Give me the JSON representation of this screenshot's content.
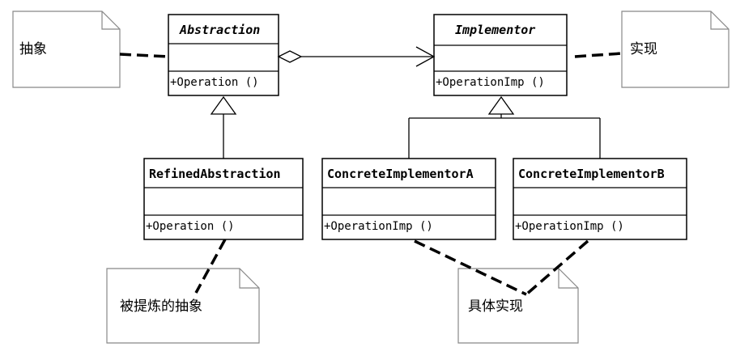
{
  "classes": {
    "abstraction": {
      "name": "Abstraction",
      "op": "+Operation ()"
    },
    "implementor": {
      "name": "Implementor",
      "op": "+OperationImp ()"
    },
    "refined": {
      "name": "RefinedAbstraction",
      "op": "+Operation ()"
    },
    "concrete_a": {
      "name": "ConcreteImplementorA",
      "op": "+OperationImp ()"
    },
    "concrete_b": {
      "name": "ConcreteImplementorB",
      "op": "+OperationImp ()"
    }
  },
  "notes": {
    "abstraction_note": "抽象",
    "implementor_note": "实现",
    "refined_note": "被提炼的抽象",
    "concrete_note": "具体实现"
  }
}
